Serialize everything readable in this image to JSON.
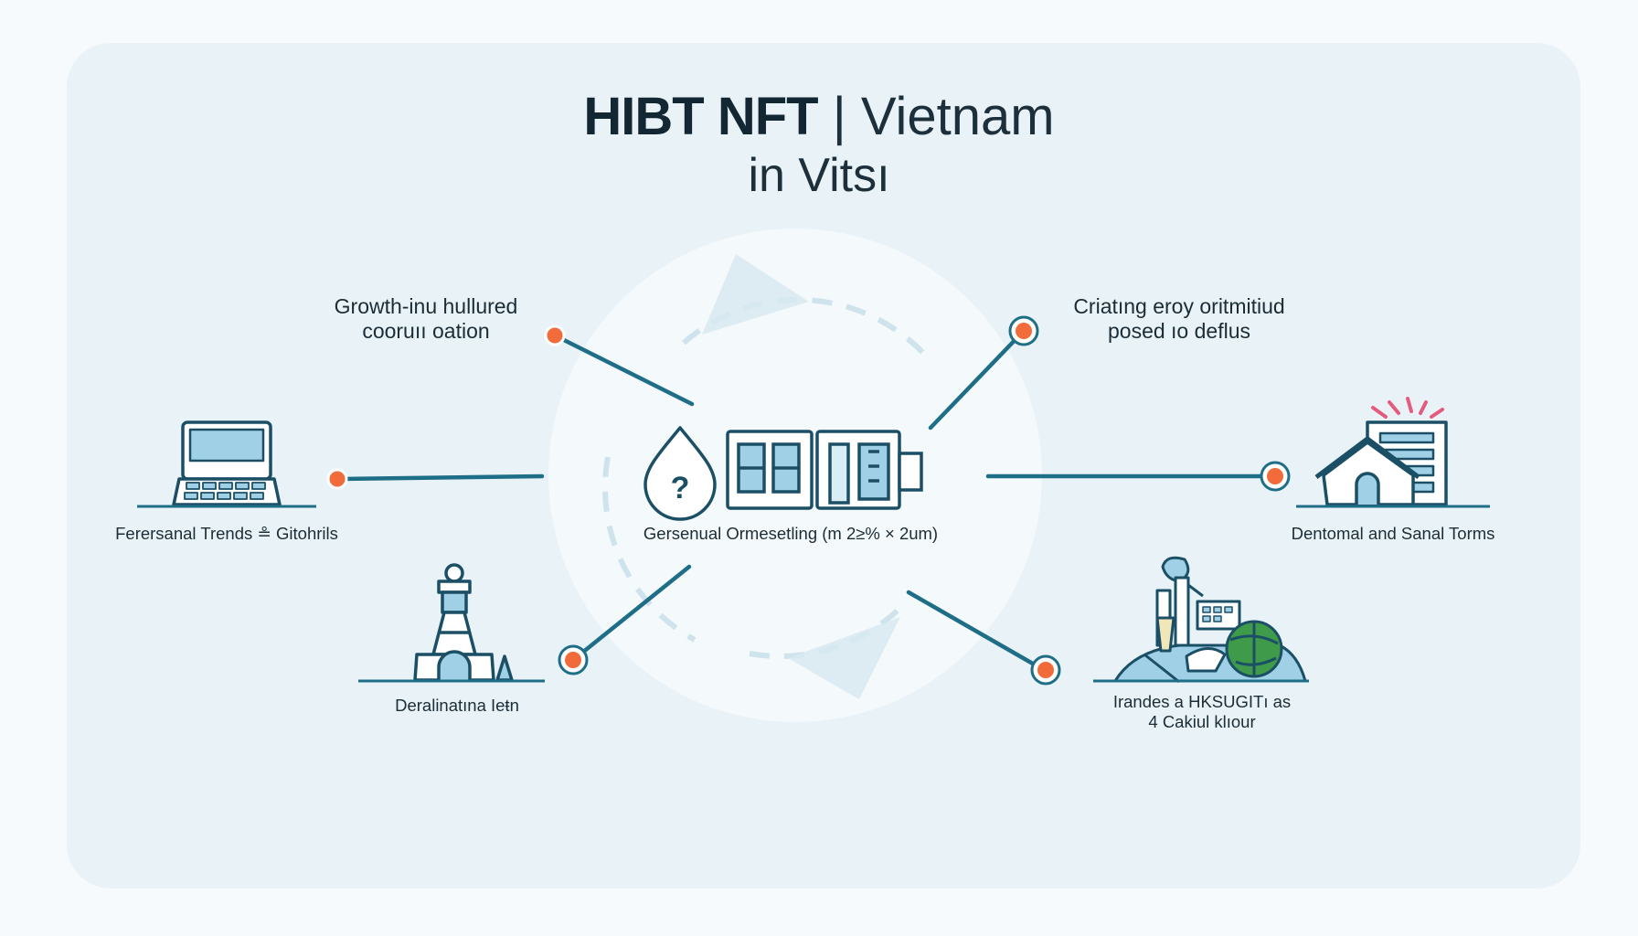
{
  "title": {
    "bold": "HIBT NFT",
    "rest": "| Vietnam",
    "subtitle": "in Vitsı"
  },
  "center": {
    "caption": "Gersenual Ormesetling (m 2≥% × 2um)",
    "question_glyph": "?"
  },
  "nodes": {
    "top_left": {
      "line1": "Growth-inu hullured",
      "line2": "cooruıı oation"
    },
    "top_right": {
      "line1": "Criatıng eroy oritmitiud",
      "line2": "posed ıo deflus"
    },
    "mid_left": {
      "label": "Ferersanal Trends ≗ Gitohrils"
    },
    "mid_right": {
      "label": "Dentomal and Sanal Torms"
    },
    "bottom_left": {
      "label": "Deralinatına Ieŧn"
    },
    "bottom_right": {
      "line1": "Irandes a HKSUGITı as",
      "line2": "4 Cakiul klıour"
    }
  },
  "colors": {
    "accent_dot": "#f26b3a",
    "line": "#1f6e87",
    "icon_stroke": "#1b4f66",
    "icon_fill": "#9fd0e6",
    "card_bg": "#e9f3f7",
    "circle_bg": "#f4f9fb",
    "globe": "#3f9a4a",
    "burst": "#e35b7e"
  }
}
